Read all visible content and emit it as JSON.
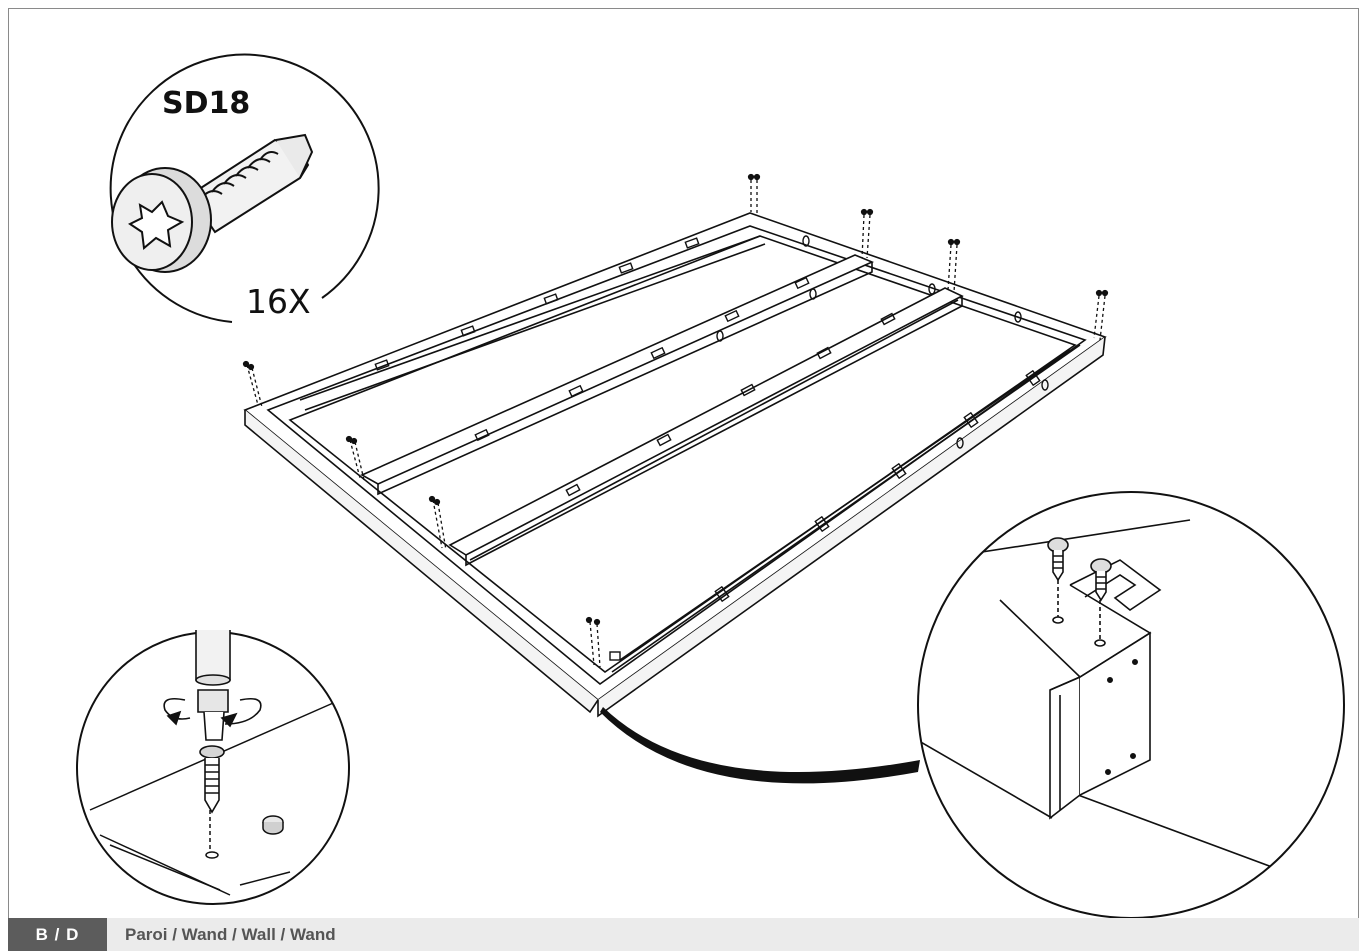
{
  "part": {
    "code": "SD18",
    "quantity": "16X",
    "icon": "self-drilling-screw-icon"
  },
  "footer": {
    "step": "B / D",
    "title": "Paroi / Wand / Wall / Wand"
  },
  "colors": {
    "line": "#111111",
    "badge": "#5c5c5c",
    "footer_bg": "#ebebeb",
    "footer_text": "#555555"
  }
}
